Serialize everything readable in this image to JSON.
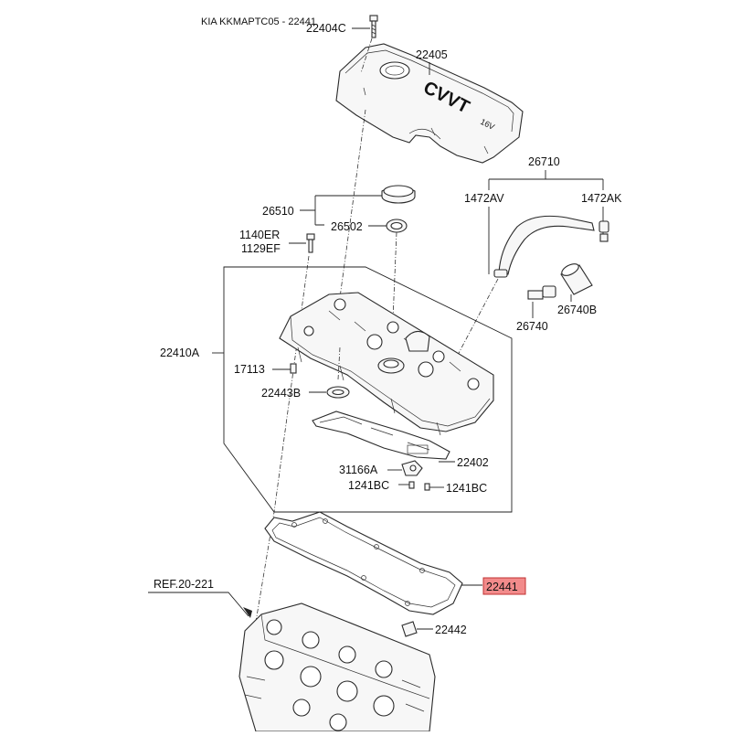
{
  "header": {
    "text": "KIA KKMAPTC05 - 22441"
  },
  "labels": {
    "p22404C": "22404C",
    "p22405": "22405",
    "p26710": "26710",
    "p1472AV": "1472AV",
    "p1472AK": "1472AK",
    "p26510": "26510",
    "p26502": "26502",
    "p1140ER": "1140ER",
    "p1129EF": "1129EF",
    "p22410A": "22410A",
    "p17113": "17113",
    "p22443B": "22443B",
    "p26740": "26740",
    "p26740B": "26740B",
    "p22402": "22402",
    "p31166A": "31166A",
    "p1241BC_a": "1241BC",
    "p1241BC_b": "1241BC",
    "p22441": "22441",
    "ref": "REF.20-221",
    "p22442": "22442"
  },
  "cover_logo": {
    "text": "CVVT",
    "sub": "16V"
  },
  "highlight": {
    "part": "22441",
    "color": "#f28b8b",
    "border": "#c03030"
  }
}
